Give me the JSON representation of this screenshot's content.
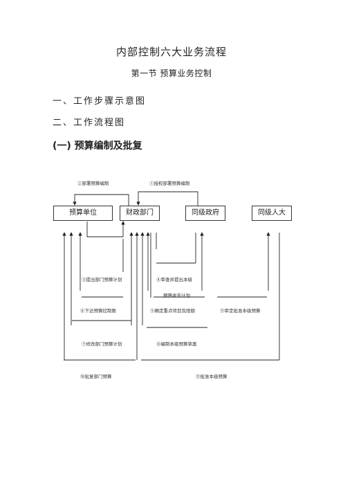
{
  "doc": {
    "title": "内部控制六大业务流程",
    "subtitle": "第一节  预算业务控制",
    "heading1": "一、工作步骤示意图",
    "heading2": "二、工作流程图",
    "heading3": "(一) 预算编制及批复"
  },
  "flow": {
    "boxes": {
      "budget_unit": "预算单位",
      "finance_dept": "财政部门",
      "gov": "同级政府",
      "congress": "同级人大"
    },
    "steps": {
      "s2": "②部署预算编制",
      "s1": "①授权部署预算编制",
      "s3": "③提出部门预算计划",
      "s4": "④审查并提出本级",
      "s4b": "预算收支计划",
      "s6": "⑥下达预算控制数",
      "s5": "⑤确定重点项目及限额",
      "s9": "⑨审定批准本级预算",
      "s7": "⑦修改部门预算计划",
      "s8": "⑧编制本级预算草案",
      "s10": "⑩批复部门预算",
      "s11": "⑪批准本级预算"
    }
  }
}
